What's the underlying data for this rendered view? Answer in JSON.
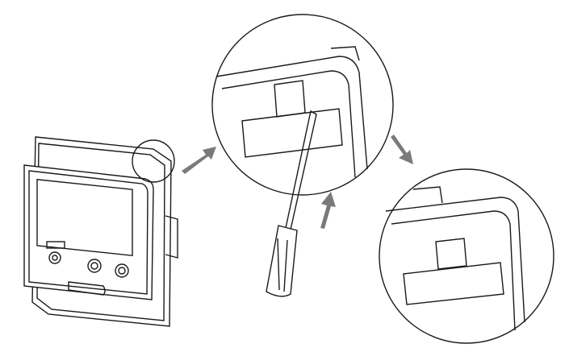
{
  "diagram": {
    "steps": [
      {
        "name": "thermostat-device"
      },
      {
        "name": "screwdriver-release-clip"
      },
      {
        "name": "clip-released"
      }
    ],
    "colors": {
      "line": "#1a1a1a",
      "arrow": "#7a7a7a",
      "background": "#ffffff",
      "screen": "#ffffff"
    },
    "icons": [
      "mode-switch-icon",
      "up-button-icon",
      "down-button-icon",
      "arrow-icon"
    ]
  }
}
